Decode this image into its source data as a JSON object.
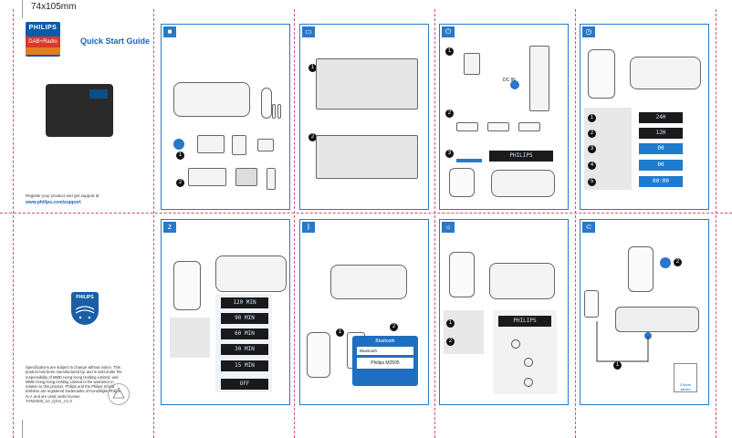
{
  "sheet": {
    "size_label": "74x105mm"
  },
  "cover": {
    "brand": "PHILIPS",
    "product_tag": "DAB+Radio",
    "series_tag": "",
    "title": "Quick Start Guide",
    "register_text": "Register your product and get support at",
    "register_url": "www.philips.com/support"
  },
  "back": {
    "brand": "PHILIPS",
    "specs_text": "Specifications are subject to change without notice. This product has been manufactured by, and is sold under the responsibility of MMD Hong Kong Holding Limited, and MMD Hong Kong Holding Limited is the warrantor in relation to this product. Philips and the Philips Shield Emblem are registered trademarks of Koninklijke Philips N.V. and are used under license.",
    "doc_id": "TAM2505_10_QSG_V1.0"
  },
  "panels": [
    {
      "id": "box-contents",
      "icon": "box-icon"
    },
    {
      "id": "placement",
      "icon": "stand-icon"
    },
    {
      "id": "power",
      "icon": "power-icon"
    },
    {
      "id": "clock",
      "icon": "clock-icon"
    },
    {
      "id": "sleep",
      "icon": "sleep-icon"
    },
    {
      "id": "bluetooth",
      "icon": "bluetooth-icon"
    },
    {
      "id": "brightness",
      "icon": "bulb-icon"
    },
    {
      "id": "audio-in",
      "icon": "cable-icon"
    }
  ],
  "power_panel": {
    "dc_in_label": "DC IN",
    "display_text": "PHILIPS",
    "steps": [
      "1",
      "2",
      "3"
    ]
  },
  "clock_panel": {
    "steps": [
      "1",
      "2",
      "3",
      "4",
      "5"
    ],
    "displays": [
      "24H",
      "12H",
      "00",
      "00",
      "00:00"
    ]
  },
  "sleep_panel": {
    "displays": [
      "120 MIN",
      "90 MIN",
      "60 MIN",
      "30 MIN",
      "15 MIN",
      "OFF"
    ]
  },
  "bluetooth_panel": {
    "steps": [
      "1",
      "2"
    ],
    "card_title": "Bluetooth",
    "toggle_label": "Bluetooth",
    "device_name": "Philips M2505"
  },
  "brightness_panel": {
    "steps": [
      "1",
      "2"
    ],
    "display_text": "PHILIPS"
  },
  "audioin_panel": {
    "steps": [
      "1",
      "2"
    ],
    "cable_label": "3.5mm stereo"
  }
}
